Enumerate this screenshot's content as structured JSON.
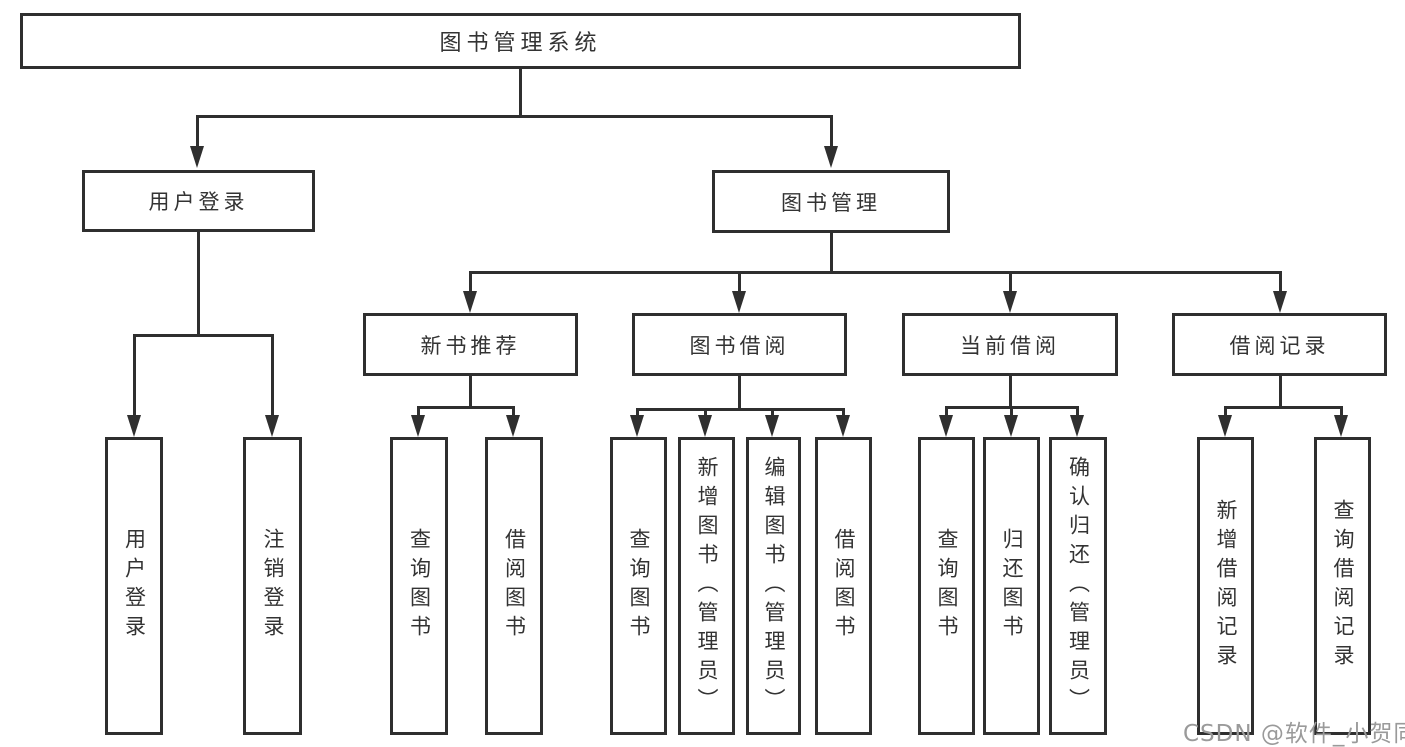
{
  "diagram": {
    "title": "图书管理系统",
    "watermark": "CSDN @软件_小贺同学",
    "colors": {
      "line": "#2f2f2f",
      "border": "#2f2f2f",
      "text": "#333333",
      "watermark": "#9a9a9a",
      "background": "#ffffff"
    }
  },
  "nodes": {
    "root": "图书管理系统",
    "user_login": "用户登录",
    "book_mgmt": "图书管理",
    "new_book_rec": "新书推荐",
    "book_borrow": "图书借阅",
    "current_borrow": "当前借阅",
    "borrow_records": "借阅记录",
    "leaf_user_login": "用户登录",
    "leaf_logout": "注销登录",
    "leaf_rec_query_book": "查询图书",
    "leaf_rec_borrow_book": "借阅图书",
    "leaf_bor_query_book": "查询图书",
    "leaf_bor_add_book_admin": "新增图书（管理员）",
    "leaf_bor_edit_book_admin": "编辑图书（管理员）",
    "leaf_bor_borrow_book": "借阅图书",
    "leaf_cur_query_book": "查询图书",
    "leaf_cur_return_book": "归还图书",
    "leaf_cur_confirm_return_admin": "确认归还（管理员）",
    "leaf_recd_add_record": "新增借阅记录",
    "leaf_recd_query_record": "查询借阅记录"
  }
}
